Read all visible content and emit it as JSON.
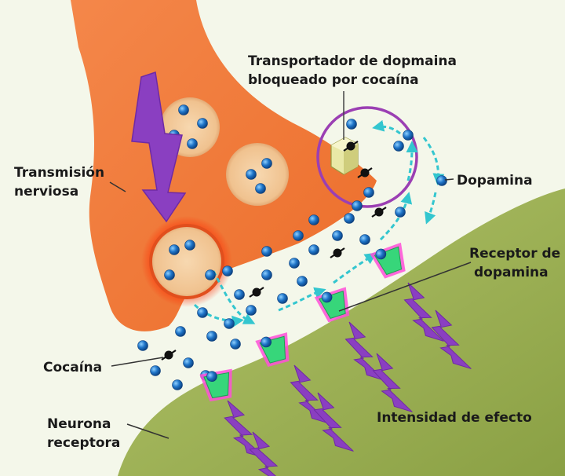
{
  "labels": {
    "transmision_line1": "Transmisión",
    "transmision_line2": "nerviosa",
    "transportador_line1": "Transportador de dopmaina",
    "transportador_line2": "bloqueado por cocaína",
    "dopamina": "Dopamina",
    "receptor_line1": "Receptor de",
    "receptor_line2": "dopamina",
    "cocaina": "Cocaína",
    "neurona_line1": "Neurona",
    "neurona_line2": "receptora",
    "intensidad": "Intensidad de efecto"
  },
  "colors": {
    "background": "#f4f7ea",
    "presynaptic": "#f27b3a",
    "postsynaptic": "#9caf4f",
    "dopamine": "#1e74c8",
    "cocaine": "#1a1a1a",
    "receptor": "#37d67a",
    "receptor_glow": "#ff4fd8",
    "signal": "#8a3fc1",
    "flow_arrow": "#33c6cf",
    "highlight_circle": "#9b3fb3"
  },
  "icons": {
    "dopamine": "blue-sphere-icon",
    "cocaine": "black-dumbbell-icon",
    "receptor": "green-cup-icon",
    "transporter": "yellow-cube-icon",
    "signal": "zigzag-arrow-icon"
  }
}
